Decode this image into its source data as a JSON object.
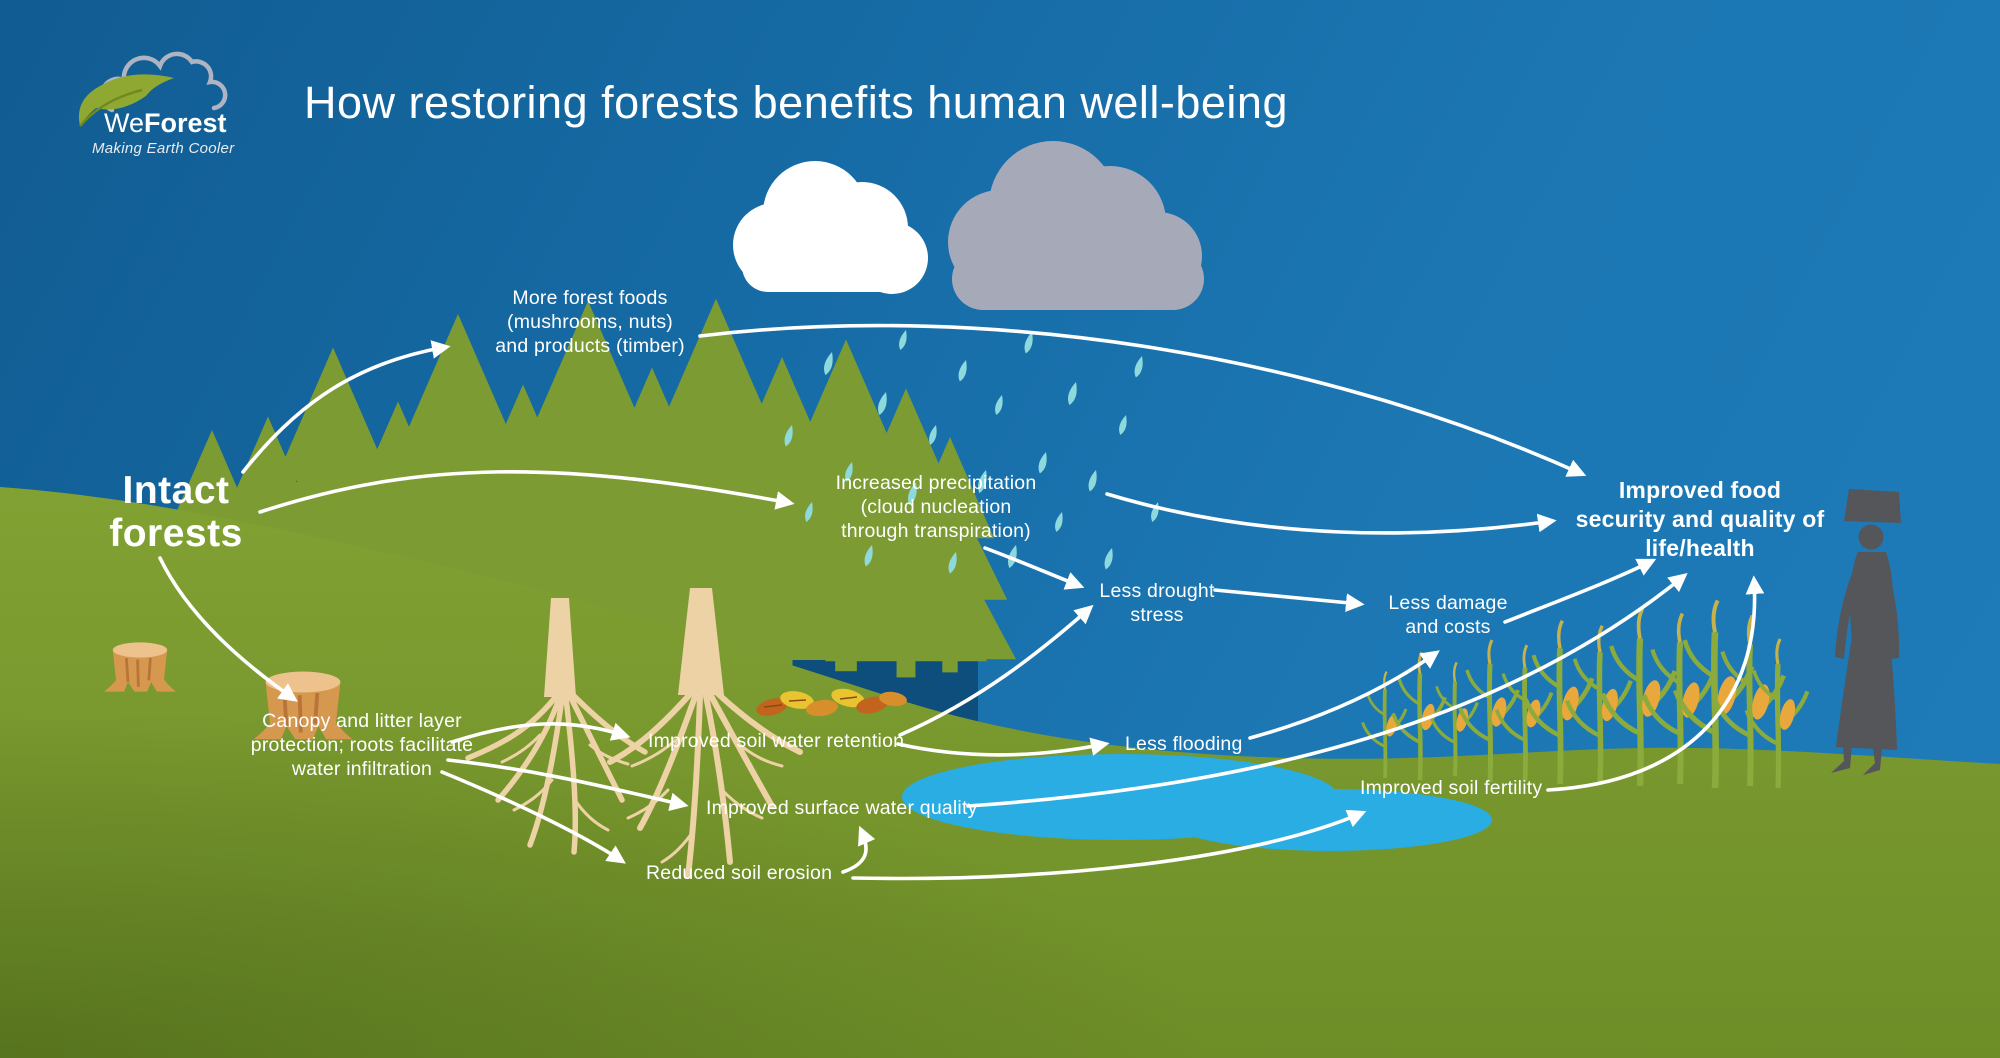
{
  "header": {
    "title": "How restoring forests benefits human well-being",
    "logo": {
      "brand_we": "We",
      "brand_forest": "Forest",
      "tagline": "Making Earth Cooler"
    }
  },
  "labels": {
    "intact_forests": "Intact\nforests",
    "forest_foods": "More forest foods\n(mushrooms, nuts)\nand products (timber)",
    "precipitation": "Increased precipitation\n(cloud nucleation\nthrough transpiration)",
    "drought_stress": "Less drought\nstress",
    "damage_costs": "Less damage\nand costs",
    "food_security": "Improved food\nsecurity and quality of\nlife/health",
    "canopy_protection": "Canopy and litter layer\nprotection; roots facilitate\nwater infiltration",
    "soil_water_retention": "Improved soil water retention",
    "less_flooding": "Less flooding",
    "surface_water_quality": "Improved surface water quality",
    "soil_fertility": "Improved soil fertility",
    "reduced_erosion": "Reduced soil erosion"
  },
  "connections": [
    {
      "from": "Intact forests",
      "to": "More forest foods (mushrooms, nuts) and products (timber)"
    },
    {
      "from": "Intact forests",
      "to": "Increased precipitation (cloud nucleation through transpiration)"
    },
    {
      "from": "Intact forests",
      "to": "Canopy and litter layer protection; roots facilitate water infiltration"
    },
    {
      "from": "More forest foods",
      "to": "Improved food security and quality of life/health"
    },
    {
      "from": "Increased precipitation",
      "to": "Improved food security and quality of life/health"
    },
    {
      "from": "Increased precipitation",
      "to": "Less drought stress"
    },
    {
      "from": "Canopy and litter layer protection",
      "to": "Improved soil water retention"
    },
    {
      "from": "Canopy and litter layer protection",
      "to": "Improved surface water quality"
    },
    {
      "from": "Canopy and litter layer protection",
      "to": "Reduced soil erosion"
    },
    {
      "from": "Improved soil water retention",
      "to": "Less drought stress"
    },
    {
      "from": "Improved soil water retention",
      "to": "Less flooding"
    },
    {
      "from": "Less drought stress",
      "to": "Less damage and costs"
    },
    {
      "from": "Less flooding",
      "to": "Less damage and costs"
    },
    {
      "from": "Less damage and costs",
      "to": "Improved food security and quality of life/health"
    },
    {
      "from": "Reduced soil erosion",
      "to": "Improved surface water quality"
    },
    {
      "from": "Reduced soil erosion",
      "to": "Improved soil fertility"
    },
    {
      "from": "Improved surface water quality",
      "to": "Improved food security and quality of life/health"
    },
    {
      "from": "Improved soil fertility",
      "to": "Improved food security and quality of life/health"
    }
  ],
  "scene": {
    "elements": [
      "white-cloud-icon",
      "rain-cloud-icon",
      "rain-drops-icon",
      "forest-icon",
      "tree-roots-icon",
      "pond-icon",
      "corn-crops-icon",
      "woman-carrying-basket-icon",
      "tree-stumps-icon",
      "leaf-litter-icon",
      "weforest-leaf-cloud-logo-icon"
    ],
    "colors": {
      "sky_top": "#115c92",
      "sky_bottom": "#1e7cb8",
      "forest_green": "#7d9b33",
      "forest_shadow_blue": "#0d4e7d",
      "ground": "#7f9e31",
      "ground_dark": "#6d8d28",
      "pond_blue": "#29ade3",
      "rain_teal": "#8ed9db",
      "cloud_white": "#ffffff",
      "cloud_gray": "#a6aab8",
      "roots_tan": "#ecd2a4",
      "stump_tan": "#d6984f",
      "corn_stalk": "#8cab3d",
      "corn_cob": "#e8a83c",
      "silhouette_gray": "#54565a",
      "arrow_white": "#ffffff"
    }
  }
}
